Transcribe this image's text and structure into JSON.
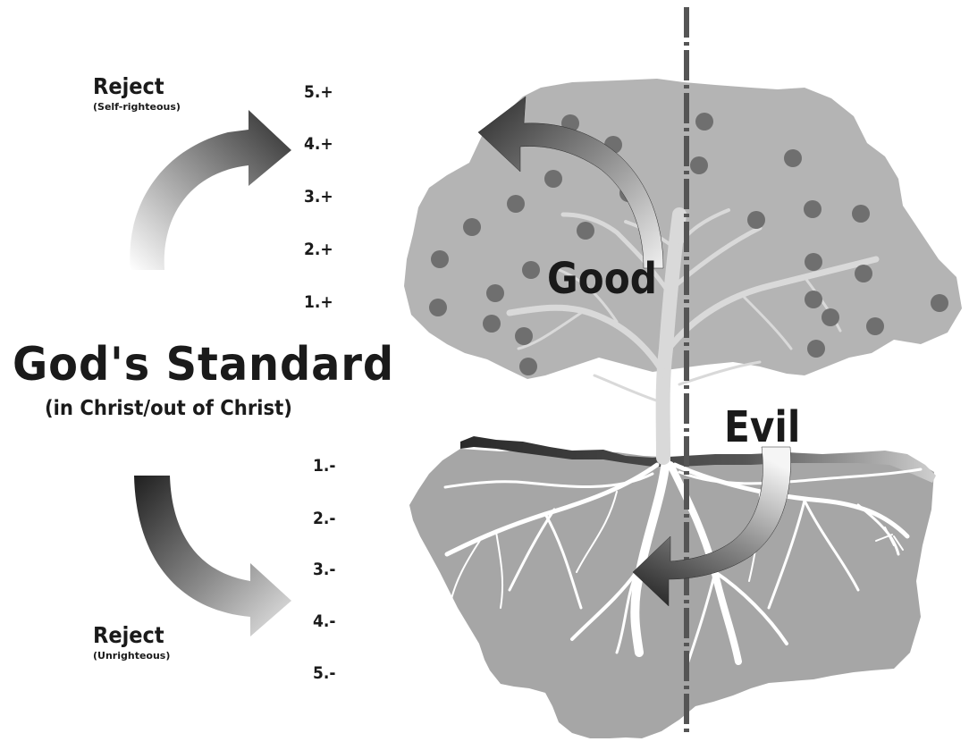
{
  "reject_top": {
    "label": "Reject",
    "sub": "(Self-righteous)"
  },
  "reject_bottom": {
    "label": "Reject",
    "sub": "(Unrighteous)"
  },
  "levels_plus": [
    "5.+",
    "4.+",
    "3.+",
    "2.+",
    "1.+"
  ],
  "levels_minus": [
    "1.-",
    "2.-",
    "3.-",
    "4.-",
    "5.-"
  ],
  "standard": {
    "title": "God's Standard",
    "subtitle": "(in Christ/out of Christ)"
  },
  "tree": {
    "good_label": "Good",
    "evil_label": "Evil"
  },
  "colors": {
    "canopy": "#b4b4b4",
    "soil": "#a6a6a6",
    "fruit": "#6f6f6f",
    "arrow_dark": "#2b2b2b",
    "text": "#1a1a1a"
  }
}
